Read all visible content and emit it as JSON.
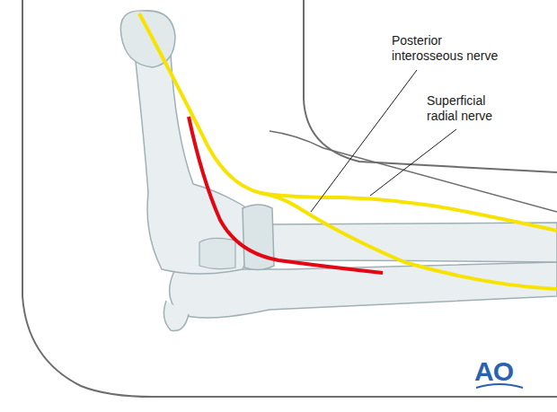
{
  "diagram": {
    "labels": [
      "Posterior interosseous nerve",
      "Superficial radial nerve",
      "AO"
    ]
  }
}
